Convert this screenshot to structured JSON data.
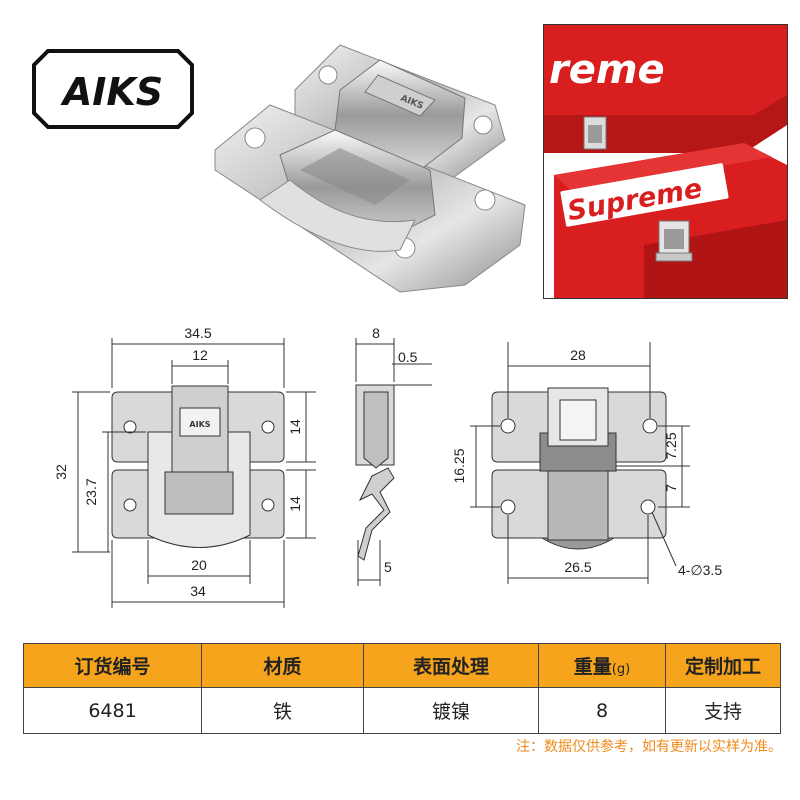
{
  "logo": {
    "text": "AIKS"
  },
  "product_marking": "AIKS",
  "photo_box": {
    "brand_top": "reme",
    "brand_bottom": "Supreme"
  },
  "front_view": {
    "width_total": "34.5",
    "width_center": "12",
    "height_total": "32",
    "height_inner": "23.7",
    "right_top": "14",
    "right_bottom": "14",
    "bottom_inner": "20",
    "bottom_total": "34",
    "marking": "AIKS"
  },
  "side_view": {
    "depth": "8",
    "thickness": "0.5",
    "bottom_gap": "5"
  },
  "mount_view": {
    "top_hole_spacing": "28",
    "vertical_total": "16.25",
    "right_top": "7.25",
    "right_bottom": "7",
    "bottom_hole_spacing": "26.5",
    "hole_spec": "4-∅3.5"
  },
  "table": {
    "headers": [
      "订货编号",
      "材质",
      "表面处理",
      "重量",
      "定制加工"
    ],
    "weight_unit": "(g)",
    "values": [
      "6481",
      "铁",
      "镀镍",
      "8",
      "支持"
    ]
  },
  "note": "注：数据仅供参考，如有更新以实样为准。"
}
